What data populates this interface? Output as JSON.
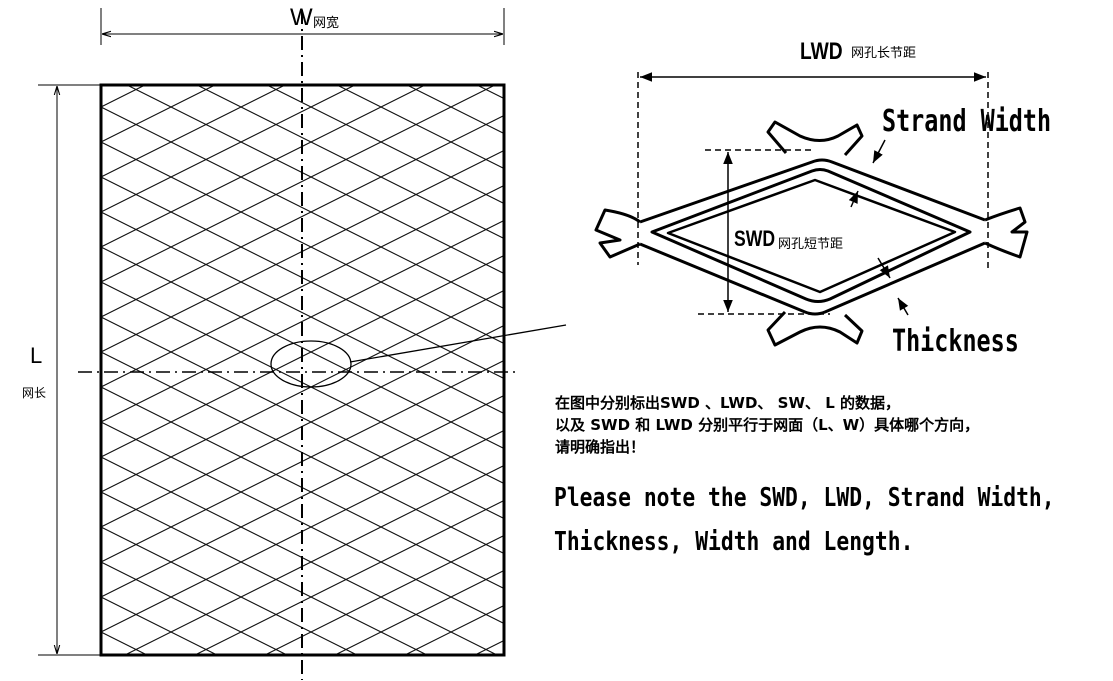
{
  "left_panel": {
    "width_label": "W",
    "width_label_cn": "网宽",
    "length_label": "L",
    "length_label_cn": "网长"
  },
  "right_panel": {
    "lwd_label": "LWD",
    "lwd_label_cn": "网孔长节距",
    "swd_label": "SWD",
    "swd_label_cn": "网孔短节距",
    "strand_width_label": "Strand Width",
    "thickness_label": "Thickness"
  },
  "notes": {
    "cn_lines": [
      "在图中分别标出SWD 、LWD、  SW、  L 的数据，",
      "以及 SWD 和 LWD 分别平行于网面（L、W）具体哪个方向，",
      "请明确指出！"
    ],
    "en_lines": [
      "Please note the SWD, LWD, Strand Width,",
      "Thickness, Width and Length."
    ]
  }
}
